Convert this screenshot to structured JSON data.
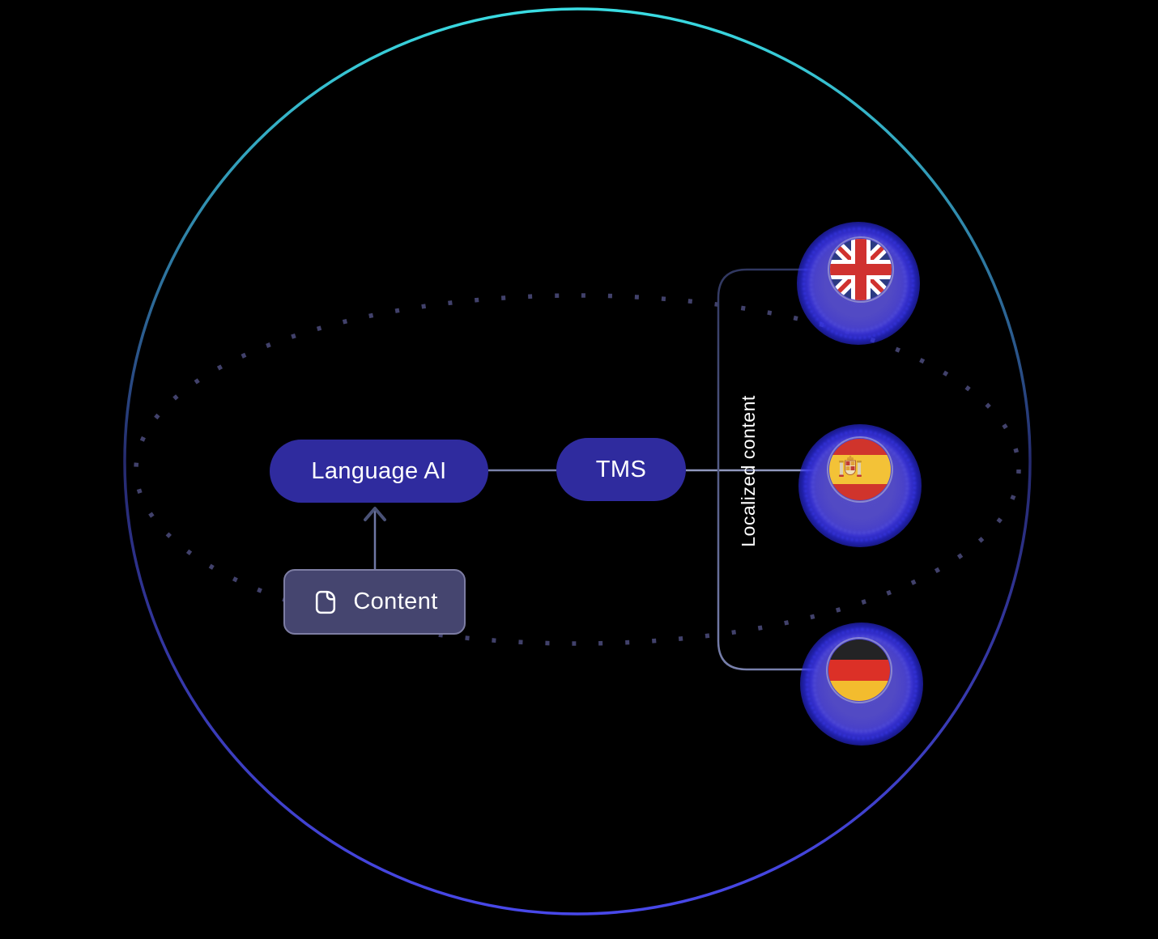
{
  "nodes": {
    "language_ai": {
      "label": "Language AI"
    },
    "tms": {
      "label": "TMS"
    },
    "content": {
      "label": "Content",
      "icon": "document-icon"
    }
  },
  "outputs": {
    "label": "Localized content",
    "flags": [
      {
        "id": "uk",
        "name": "United Kingdom"
      },
      {
        "id": "es",
        "name": "Spain"
      },
      {
        "id": "de",
        "name": "Germany"
      }
    ]
  },
  "colors": {
    "background": "#000000",
    "pill": "#2F2B9E",
    "content_box": "#45456F",
    "content_box_border": "#7D7DA3",
    "circle_gradient_top": "#3ADDE3",
    "circle_gradient_mid": "#252A6E",
    "circle_gradient_bottom": "#4848EA",
    "dotted_ellipse": "#41416B",
    "connector_line": "#8A91B8",
    "bracket_top": "#303760",
    "bracket_bottom": "#7880AC",
    "halo_blue": "#4A42C8",
    "text": "#FFFFFF"
  }
}
